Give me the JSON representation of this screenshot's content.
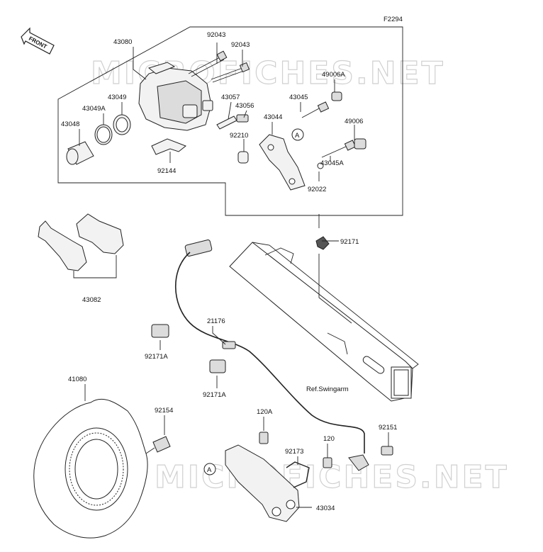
{
  "diagram": {
    "figure_code": "F2294",
    "front_label": "FRONT",
    "watermark": "MICROFICHES.NET",
    "reference_marker": "A",
    "swingarm_ref": "Ref.Swingarm",
    "part_numbers": {
      "p43080": "43080",
      "p92043a": "92043",
      "p92043b": "92043",
      "p43049": "43049",
      "p43049A": "43049A",
      "p43048": "43048",
      "p43057": "43057",
      "p43056": "43056",
      "p43045": "43045",
      "p49006A": "49006A",
      "p43044": "43044",
      "p49006": "49006",
      "p92210": "92210",
      "p92144": "92144",
      "p43045A": "43045A",
      "p92022": "92022",
      "p43082": "43082",
      "p92171": "92171",
      "p21176": "21176",
      "p92171A_1": "92171A",
      "p92171A_2": "92171A",
      "p41080": "41080",
      "p92154": "92154",
      "p120A": "120A",
      "p92173": "92173",
      "p120": "120",
      "p92151": "92151",
      "p43034": "43034"
    }
  }
}
